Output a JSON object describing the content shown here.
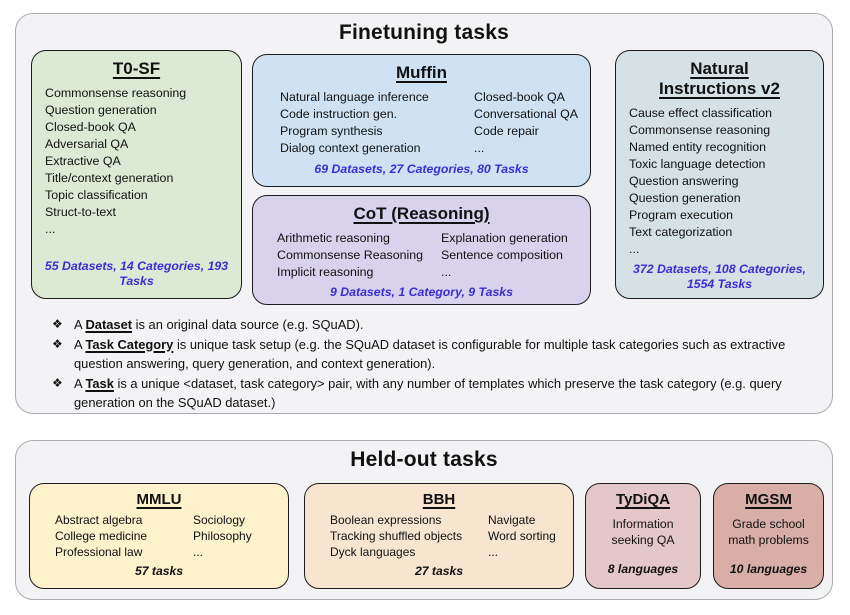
{
  "colors": {
    "panel_bg": "#f3f3f5",
    "panel_border": "#a9abae",
    "t0sf_bg": "#dce9d5",
    "muffin_bg": "#cfe2f3",
    "cot_bg": "#d9d2ec",
    "niv2_bg": "#d5e1e4",
    "mmlu_bg": "#fdf2cc",
    "bbh_bg": "#f8e5d0",
    "tydiqa_bg": "#e4c7c8",
    "mgsm_bg": "#d9aea8",
    "stats_text": "#3a2ed2"
  },
  "finetuning": {
    "title": "Finetuning tasks",
    "t0sf": {
      "title": "T0-SF",
      "items": [
        "Commonsense reasoning",
        "Question generation",
        "Closed-book QA",
        "Adversarial QA",
        "Extractive QA",
        "Title/context generation",
        "Topic classification",
        "Struct-to-text",
        "..."
      ],
      "stats": "55 Datasets, 14 Categories, 193 Tasks"
    },
    "muffin": {
      "title": "Muffin",
      "items_left": [
        "Natural language inference",
        "Code instruction gen.",
        "Program synthesis",
        "Dialog context generation"
      ],
      "items_right": [
        "Closed-book QA",
        "Conversational QA",
        "Code repair",
        "..."
      ],
      "stats": "69 Datasets, 27 Categories, 80 Tasks"
    },
    "cot": {
      "title": "CoT (Reasoning)",
      "items_left": [
        "Arithmetic reasoning",
        "Commonsense Reasoning",
        "Implicit reasoning"
      ],
      "items_right": [
        "Explanation generation",
        "Sentence composition",
        "..."
      ],
      "stats": "9 Datasets, 1 Category, 9 Tasks"
    },
    "niv2": {
      "title": "Natural Instructions v2",
      "items": [
        "Cause effect classification",
        "Commonsense reasoning",
        "Named entity recognition",
        "Toxic language detection",
        "Question answering",
        "Question generation",
        "Program execution",
        "Text categorization",
        "..."
      ],
      "stats": "372 Datasets, 108 Categories, 1554 Tasks"
    },
    "notes": {
      "bullet_glyph": "❖",
      "items": [
        {
          "prefix": "A ",
          "term": "Dataset",
          "rest": " is an original data source (e.g. SQuAD)."
        },
        {
          "prefix": "A ",
          "term": "Task Category",
          "rest": " is unique task setup (e.g. the SQuAD dataset is configurable for multiple task categories such as extractive question answering, query generation, and context generation)."
        },
        {
          "prefix": "A ",
          "term": "Task",
          "rest": " is a unique <dataset, task category> pair, with any number of templates which preserve the task category (e.g. query generation on the SQuAD dataset.)"
        }
      ]
    }
  },
  "heldout": {
    "title": "Held-out tasks",
    "mmlu": {
      "title": "MMLU",
      "items_left": [
        "Abstract algebra",
        "College medicine",
        "Professional law"
      ],
      "items_right": [
        "Sociology",
        "Philosophy",
        "..."
      ],
      "stats": "57 tasks"
    },
    "bbh": {
      "title": "BBH",
      "items_left": [
        "Boolean expressions",
        "Tracking shuffled objects",
        "Dyck languages"
      ],
      "items_right": [
        "Navigate",
        "Word sorting",
        "..."
      ],
      "stats": "27 tasks"
    },
    "tydiqa": {
      "title": "TyDiQA",
      "description": "Information seeking QA",
      "stats": "8 languages"
    },
    "mgsm": {
      "title": "MGSM",
      "description": "Grade school math problems",
      "stats": "10 languages"
    }
  }
}
